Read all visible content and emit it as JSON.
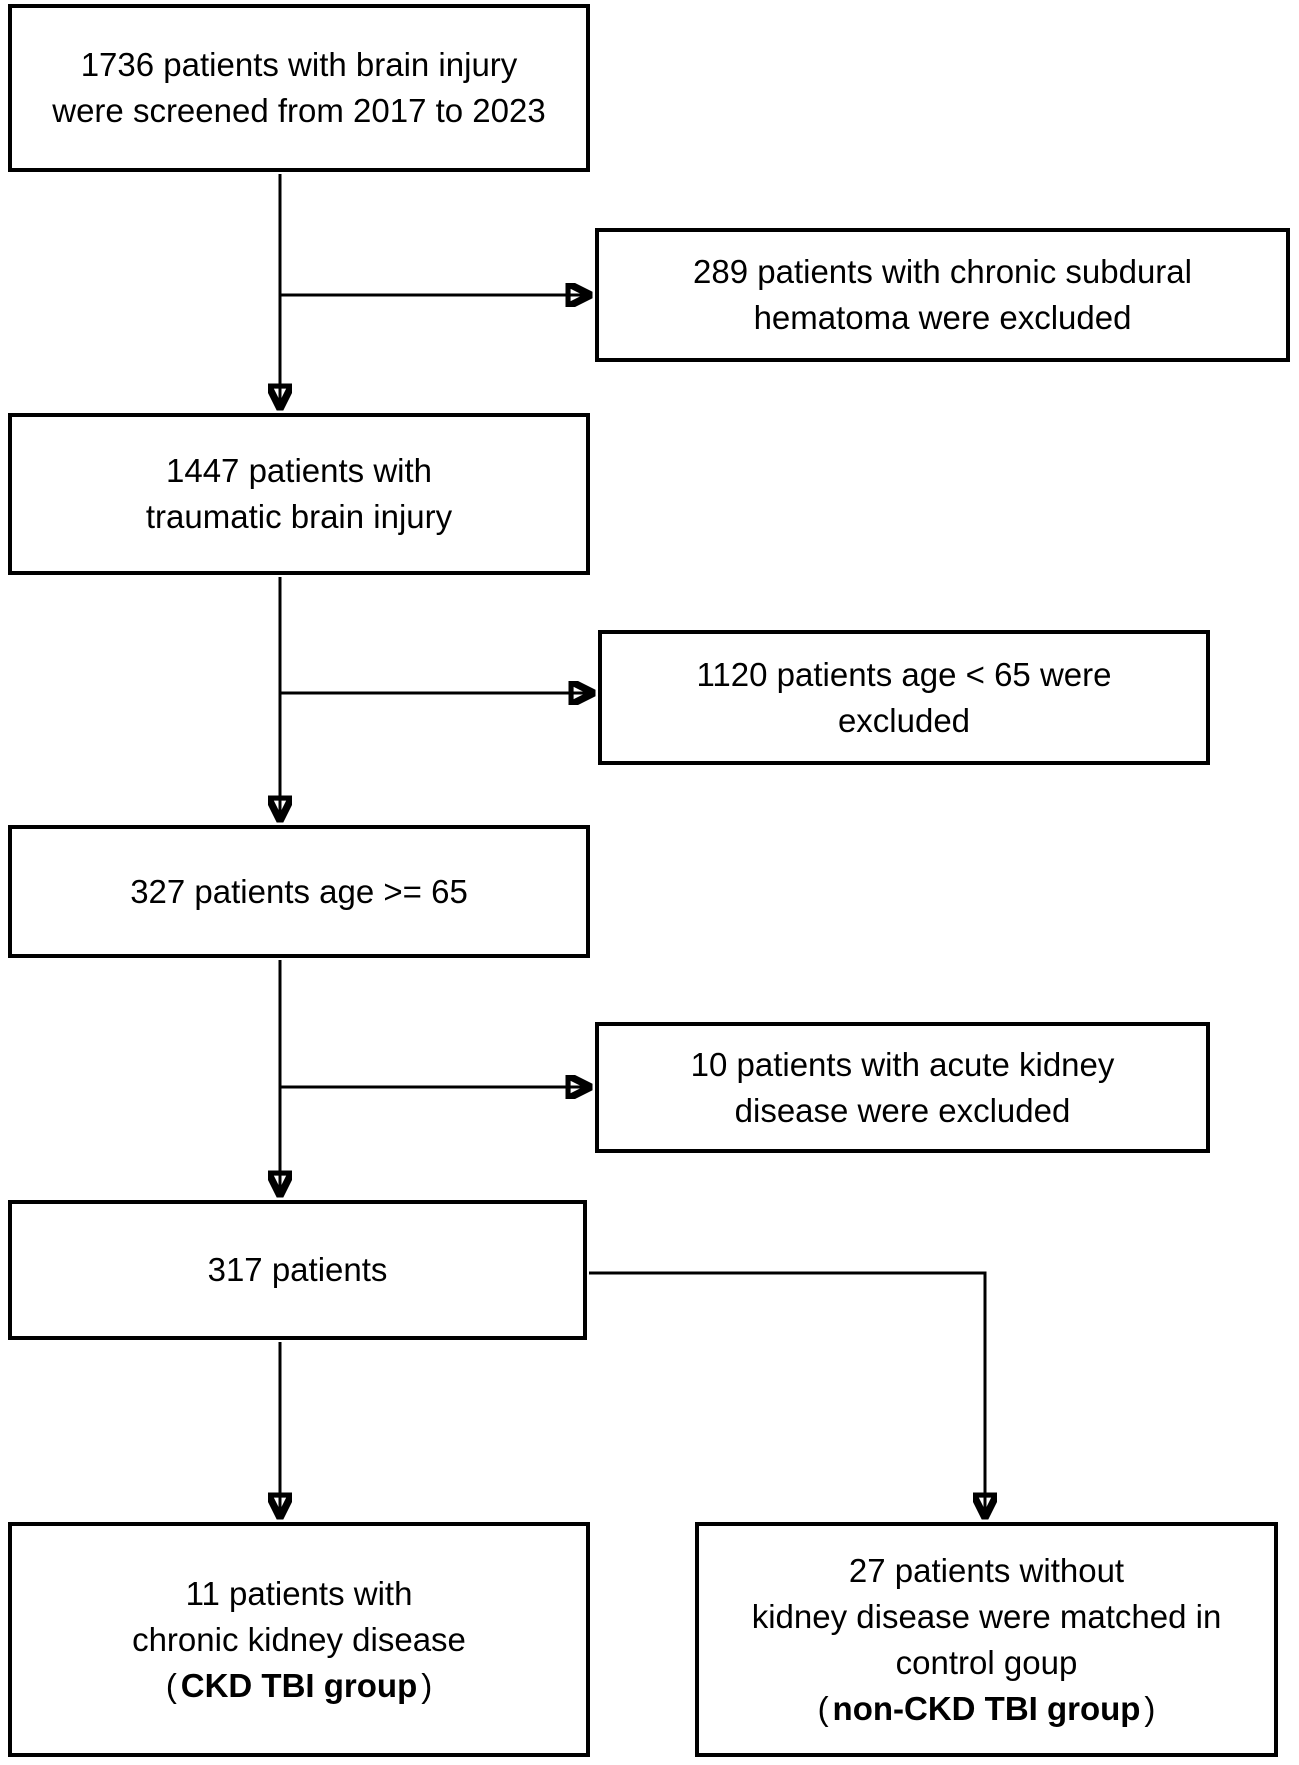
{
  "diagram": {
    "title": "Patient screening flowchart",
    "background_color": "#ffffff",
    "line_color": "#000000",
    "boxes": {
      "screened": {
        "lines": [
          "1736 patients with brain injury",
          "were screened from 2017 to 2023"
        ]
      },
      "excluded_subdural": {
        "lines": [
          "289 patients with chronic subdural",
          "hematoma were excluded"
        ]
      },
      "tbi": {
        "lines": [
          "1447 patients with",
          "traumatic brain injury"
        ]
      },
      "excluded_age": {
        "lines": [
          "1120 patients age < 65 were",
          "excluded"
        ]
      },
      "age_ge_65": {
        "lines": [
          "327 patients age >= 65"
        ]
      },
      "excluded_akd": {
        "lines": [
          "10 patients with acute kidney",
          "disease were excluded"
        ]
      },
      "final_cohort": {
        "lines": [
          "317 patients"
        ]
      },
      "ckd_group": {
        "lines": [
          "11 patients with",
          "chronic kidney disease"
        ],
        "paren_open": "(",
        "bold_label": "CKD TBI group",
        "paren_close": ")"
      },
      "nonckd_group": {
        "lines": [
          "27 patients without",
          "kidney disease were matched in",
          "control goup"
        ],
        "paren_open": "(",
        "bold_label": "non-CKD TBI group",
        "paren_close": ")"
      }
    }
  }
}
